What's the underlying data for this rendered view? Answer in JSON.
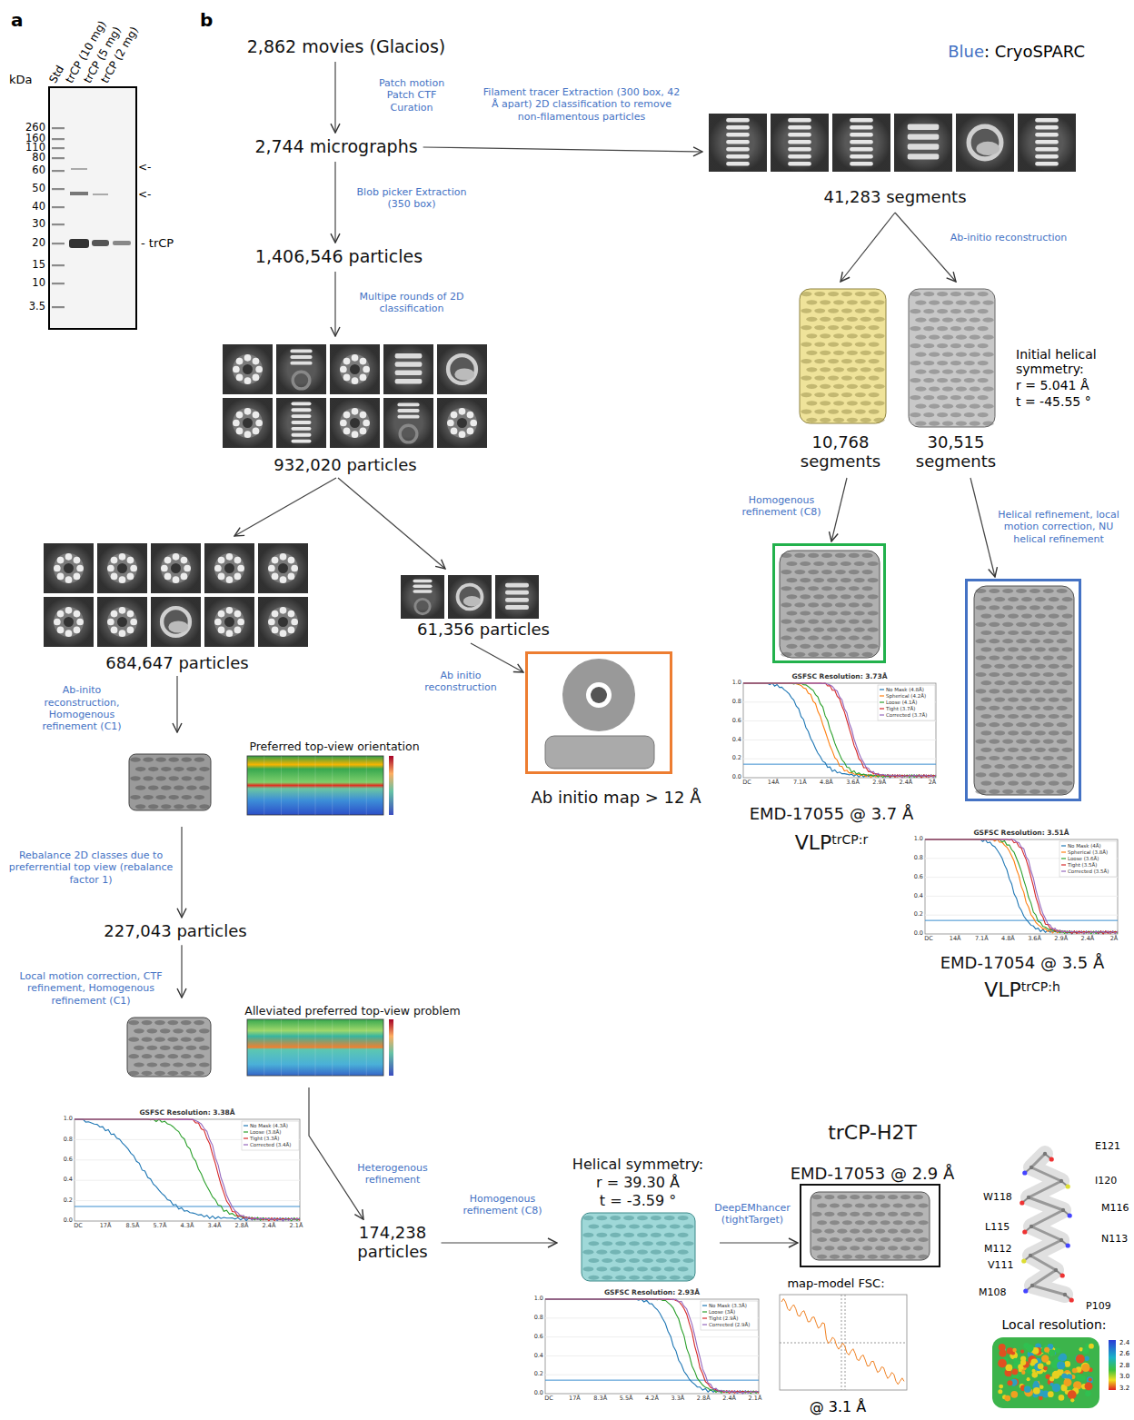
{
  "diagram": {
    "nodes": [
      {
        "text": [
          "2,862 movies (Glacios)"
        ]
      },
      {
        "text": [
          "2,744 micrographs"
        ]
      },
      {
        "text": [
          "1,406,546 particles"
        ]
      },
      {
        "text": [
          "932,020 particles"
        ]
      },
      {
        "text": [
          "684,647 particles"
        ]
      },
      {
        "text": [
          "61,356 particles"
        ]
      },
      {
        "text": [
          "Preferred top-view orientation"
        ]
      },
      {
        "text": [
          "227,043 particles"
        ]
      },
      {
        "text": [
          "Alleviated preferred top-view problem"
        ]
      },
      {
        "text": [
          "174,238 particles"
        ]
      },
      {
        "text": [
          "Helical symmetry:",
          "r = 39.30 Å",
          "t = -3.59 °"
        ]
      },
      {
        "text": [
          "trCP-H2T",
          "EMD-17053 @ 2.9 Å"
        ]
      },
      {
        "text": [
          "Ab initio map > 12 Å"
        ]
      },
      {
        "text": [
          "41,283 segments"
        ]
      },
      {
        "text": [
          "10,768 segments"
        ]
      },
      {
        "text": [
          "30,515 segments"
        ]
      },
      {
        "text": [
          "EMD-17055 @ 3.7 Å",
          "VLP",
          "trCP:r"
        ]
      },
      {
        "text": [
          "EMD-17054 @ 3.5 Å",
          "VLP",
          "trCP:h"
        ]
      }
    ],
    "edges": [
      {
        "from": 0,
        "to": 1,
        "arrow": "to",
        "label": "Patch motion Patch CTF Curation"
      },
      {
        "from": 1,
        "to": 2,
        "arrow": "to",
        "label": "Blob picker Extraction (350 box)"
      },
      {
        "from": 2,
        "to": 3,
        "arrow": "to",
        "label": "Multipe rounds of 2D classification"
      },
      {
        "from": 1,
        "to": 13,
        "arrow": "to",
        "label": "Filament tracer Extraction (300 box, 42 Å apart) 2D classification to remove non-filamentous particles"
      },
      {
        "from": 3,
        "to": 4,
        "arrow": "to"
      },
      {
        "from": 3,
        "to": 5,
        "arrow": "to"
      },
      {
        "from": 4,
        "to": 6,
        "arrow": "to",
        "label": "Ab-inito reconstruction, Homogenous refinement (C1)"
      },
      {
        "from": 6,
        "to": 7,
        "arrow": "to",
        "label": "Rebalance 2D classes due to preferrential top view (rebalance factor 1)"
      },
      {
        "from": 7,
        "to": 8,
        "arrow": "to",
        "label": "Local motion correction, CTF refinement, Homogenous refinement (C1)"
      },
      {
        "from": 8,
        "to": 9,
        "arrow": "to",
        "label": "Heterogenous refinement"
      },
      {
        "from": 9,
        "to": 10,
        "arrow": "to",
        "label": "Homogenous refinement (C8)"
      },
      {
        "from": 10,
        "to": 11,
        "arrow": "to",
        "label": "DeepEMhancer (tightTarget)"
      },
      {
        "from": 5,
        "to": 12,
        "arrow": "to",
        "label": "Ab initio reconstruction"
      },
      {
        "from": 13,
        "to": 14,
        "arrow": "to",
        "label": "Ab-initio reconstruction"
      },
      {
        "from": 13,
        "to": 15,
        "arrow": "to"
      },
      {
        "from": 14,
        "to": 16,
        "arrow": "to",
        "label": "Homogenous refinement (C8)"
      },
      {
        "from": 15,
        "to": 17,
        "arrow": "to",
        "label": "Helical refinement, local motion correction, NU helical refinement"
      }
    ],
    "labels": [
      "a",
      "b",
      "kDa",
      "Std",
      "trCP (10 mg)",
      "trCP (5 mg)",
      "trCP (2 mg)",
      "260",
      "160",
      "110",
      "80",
      "60",
      "50",
      "40",
      "30",
      "20",
      "15",
      "10",
      "3.5",
      "<-",
      "<-",
      "- trCP",
      "Blue",
      ": CryoSPARC",
      "Initial helical symmetry:",
      "r = 5.041 Å",
      "t = -45.55 °",
      "GSFSC Resolution: 3.73Å",
      "No Mask (4.8Å)",
      "Spherical (4.2Å)",
      "Loose (4.1Å)",
      "Tight (3.7Å)",
      "Corrected (3.7Å)",
      "DC",
      "14Å",
      "7.1Å",
      "4.8Å",
      "3.6Å",
      "2.9Å",
      "2.4Å",
      "2Å",
      "1.0",
      "0.8",
      "0.6",
      "0.4",
      "0.2",
      "0.0",
      "GSFSC Resolution: 3.51Å",
      "No Mask (4Å)",
      "Spherical (3.8Å)",
      "Loose (3.6Å)",
      "Tight (3.5Å)",
      "Corrected (3.5Å)",
      "DC",
      "14Å",
      "7.1Å",
      "4.8Å",
      "3.6Å",
      "2.9Å",
      "2.4Å",
      "2Å",
      "1.0",
      "0.8",
      "0.6",
      "0.4",
      "0.2",
      "0.0",
      "GSFSC Resolution: 3.38Å",
      "No Mask (4.3Å)",
      "Loose (3.8Å)",
      "Tight (3.3Å)",
      "Corrected (3.4Å)",
      "DC",
      "17Å",
      "8.5Å",
      "5.7Å",
      "4.3Å",
      "3.4Å",
      "2.8Å",
      "2.4Å",
      "2.1Å",
      "1.0",
      "0.8",
      "0.6",
      "0.4",
      "0.2",
      "0.0",
      "GSFSC Resolution: 2.93Å",
      "No Mask (3.3Å)",
      "Loose (3Å)",
      "Tight (2.9Å)",
      "Corrected (2.9Å)",
      "DC",
      "17Å",
      "8.3Å",
      "5.5Å",
      "4.2Å",
      "3.3Å",
      "2.8Å",
      "2.4Å",
      "2.1Å",
      "1.0",
      "0.8",
      "0.6",
      "0.4",
      "0.2",
      "0.0",
      "map-model FSC:",
      "@ 3.1 Å",
      "E121",
      "I120",
      "W118",
      "M116",
      "L115",
      "N113",
      "M112",
      "V111",
      "M108",
      "P109",
      "Local resolution:",
      "2.4",
      "2.6",
      "2.8",
      "3.0",
      "3.2"
    ]
  }
}
